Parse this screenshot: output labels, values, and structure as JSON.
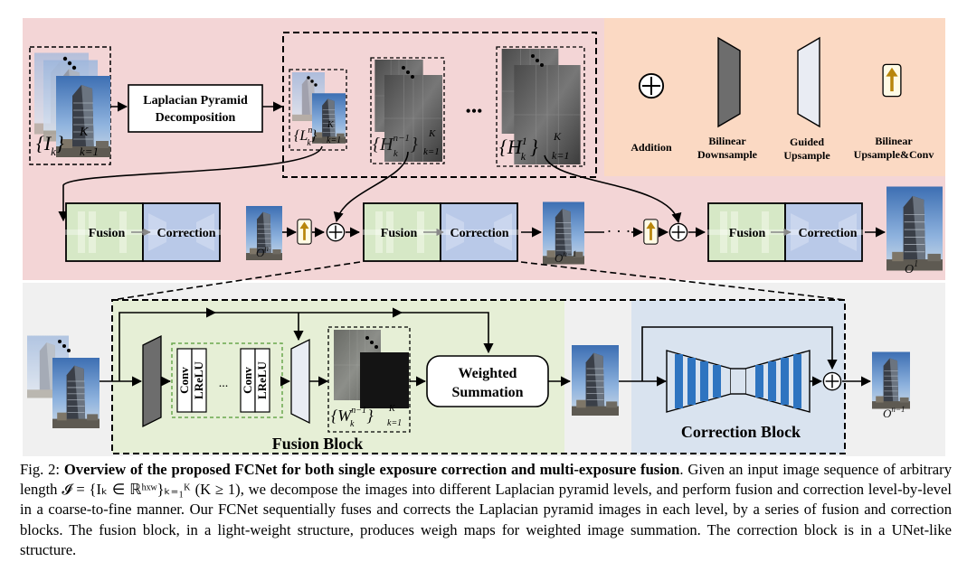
{
  "diagram": {
    "lp_decomposition": [
      "Laplacian Pyramid",
      "Decomposition"
    ],
    "input_set": {
      "open": "{",
      "sym": "I",
      "sub": "k",
      "close": "}",
      "sup": "K",
      "lower": "k=1"
    },
    "lp_low": {
      "open": "{",
      "sym": "L",
      "upper": "n",
      "sub": "k",
      "close": "}",
      "sup": "K",
      "lower": "k=1"
    },
    "lp_high_n1": {
      "open": "{",
      "sym": "H",
      "upper": "n−1",
      "sub": "k",
      "close": "}",
      "sup": "K",
      "lower": "k=1"
    },
    "lp_high_1": {
      "open": "{",
      "sym": "H",
      "upper": "1",
      "sub": "k",
      "close": "}",
      "sup": "K",
      "lower": "k=1"
    },
    "dots": "•••",
    "chain_dots": "· · ·",
    "fusion_label": "Fusion",
    "correction_label": "Correction",
    "outputs": {
      "o_n": {
        "sym": "O",
        "sup": "n"
      },
      "o_n1": {
        "sym": "O",
        "sup": "n−1"
      },
      "o_1": {
        "sym": "O",
        "sup": "1"
      }
    },
    "legend": {
      "addition": "Addition",
      "bilinear_downsample": [
        "Bilinear",
        "Downsample"
      ],
      "guided_upsample": [
        "Guided",
        "Upsample"
      ],
      "bilinear_upsample_conv": [
        "Bilinear",
        "Upsample&Conv"
      ]
    },
    "fusion_block": {
      "title": "Fusion Block",
      "conv": "Conv",
      "lrelu": "LReLU",
      "ellipsis": "...",
      "weighted_summation": [
        "Weighted",
        "Summation"
      ],
      "weight_maps": {
        "open": "{",
        "sym": "W",
        "upper": "n−1",
        "sub": "k",
        "close": "}",
        "sup": "K",
        "lower": "k=1"
      }
    },
    "correction_block": {
      "title": "Correction Block"
    },
    "colors": {
      "top_panel": "#f3d5d6",
      "legend_panel": "#fbd9c3",
      "bottom_panel": "#f0f0f0",
      "fusion_panel": "#e6efd6",
      "correction_panel": "#d9e3ef",
      "fusion_box": "#d6e8c6",
      "correction_box": "#b9c9e8",
      "unet_blue": "#2e74c0",
      "arrow_gold": "#b8860b",
      "downsample_gray": "#6d6d6d"
    }
  },
  "caption": {
    "label": "Fig. 2:",
    "bold": "Overview of the proposed FCNet for both single exposure correction and multi-exposure fusion",
    "text1": ". Given an input image sequence of arbitrary length ",
    "math1": "𝓘 = {Iₖ ∈ ℝʰˣʷ}ₖ₌₁ᴷ (K ≥ 1)",
    "text2": ", we decompose the images into different Laplacian pyramid levels, and perform fusion and correction level-by-level in a coarse-to-fine manner. Our FCNet sequentially fuses and corrects the Laplacian pyramid images in each level, by a series of fusion and correction blocks. The fusion block, in a light-weight structure, produces weigh maps for weighted image summation. The correction block is in a UNet-like structure."
  }
}
